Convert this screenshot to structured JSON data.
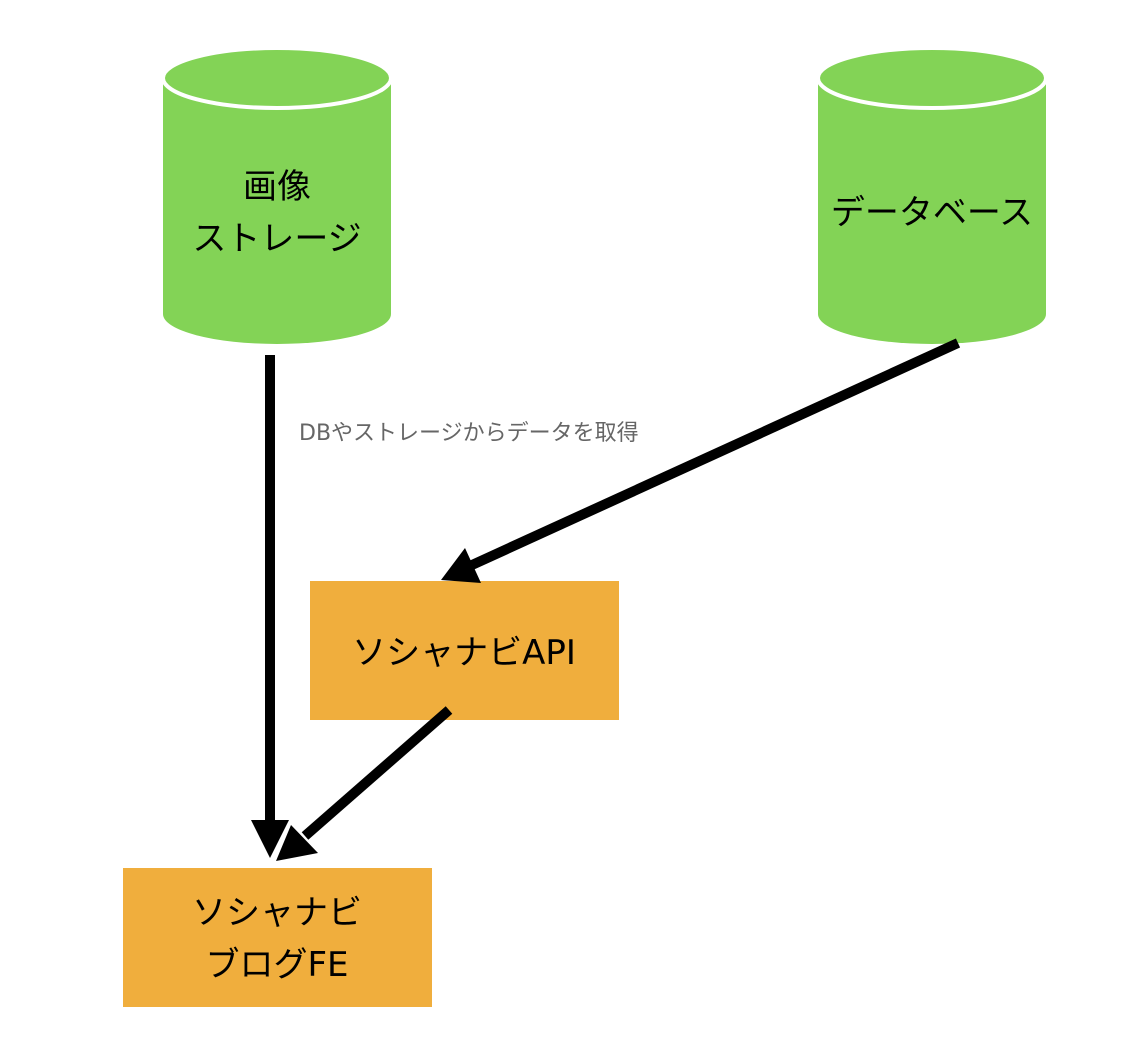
{
  "colors": {
    "storage_fill": "#83d356",
    "service_fill": "#f0ae3d",
    "edge_stroke": "#000000",
    "edge_label": "#666666"
  },
  "nodes": {
    "image_storage": {
      "line1": "画像",
      "line2": "ストレージ"
    },
    "database": {
      "label": "データベース"
    },
    "api": {
      "label": "ソシャナビAPI"
    },
    "blog_fe": {
      "line1": "ソシャナビ",
      "line2": "ブログFE"
    }
  },
  "edges": {
    "storage_to_fe": {
      "label": "DBやストレージからデータを取得"
    }
  }
}
